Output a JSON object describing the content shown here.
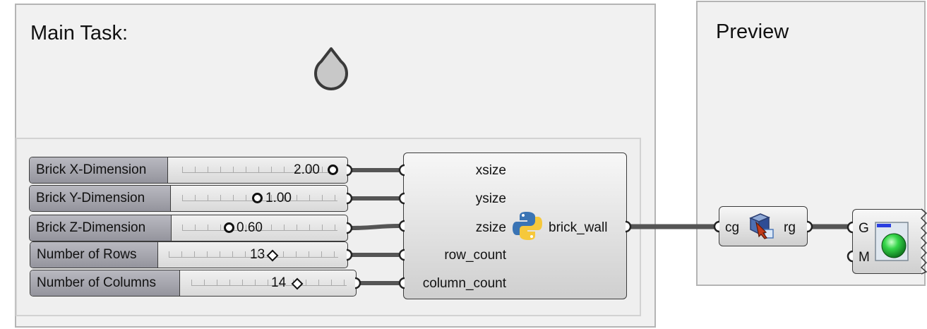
{
  "groups": {
    "main_task": {
      "title": "Main Task:"
    },
    "preview": {
      "title": "Preview"
    }
  },
  "sliders": [
    {
      "label": "Brick X-Dimension",
      "value": "2.00",
      "grip": "circle"
    },
    {
      "label": "Brick Y-Dimension",
      "value": "1.00",
      "grip": "circle"
    },
    {
      "label": "Brick Z-Dimension",
      "value": "0.60",
      "grip": "circle"
    },
    {
      "label": "Number of Rows",
      "value": "13",
      "grip": "diamond"
    },
    {
      "label": "Number of Columns",
      "value": "14",
      "grip": "diamond"
    }
  ],
  "python_component": {
    "inputs": [
      "xsize",
      "ysize",
      "zsize",
      "row_count",
      "column_count"
    ],
    "output": "brick_wall",
    "icon": "python-icon"
  },
  "group_component": {
    "input": "cg",
    "output": "rg",
    "icon": "cube-cursor-icon"
  },
  "preview_component": {
    "inputs": [
      "G",
      "M"
    ],
    "icon": "sphere-preview-icon"
  }
}
